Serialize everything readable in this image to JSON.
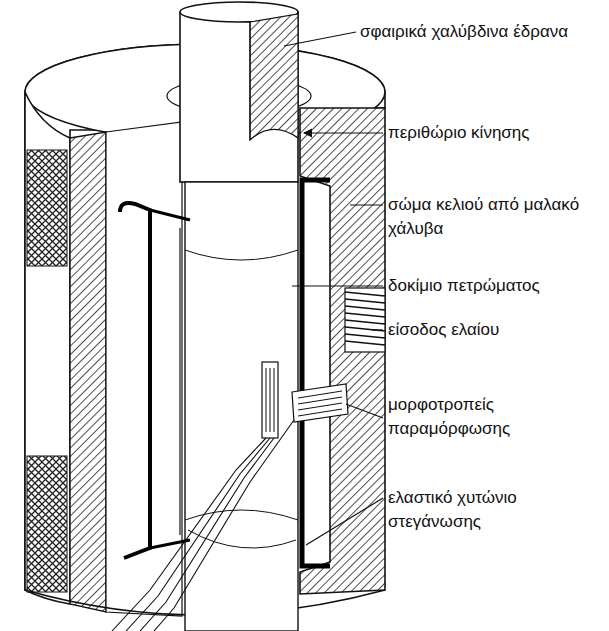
{
  "diagram": {
    "labels": [
      "σφαιρικά χαλύβδινα έδρανα",
      "περιθώριο κίνησης",
      "σώμα κελιού από μαλακό χάλυβα",
      "δοκίμιο πετρώματος",
      "είσοδος ελαίου",
      "μορφοτροπείς παραμόρφωσης",
      "ελαστικό χυτώνιο στεγάνωσης"
    ]
  }
}
